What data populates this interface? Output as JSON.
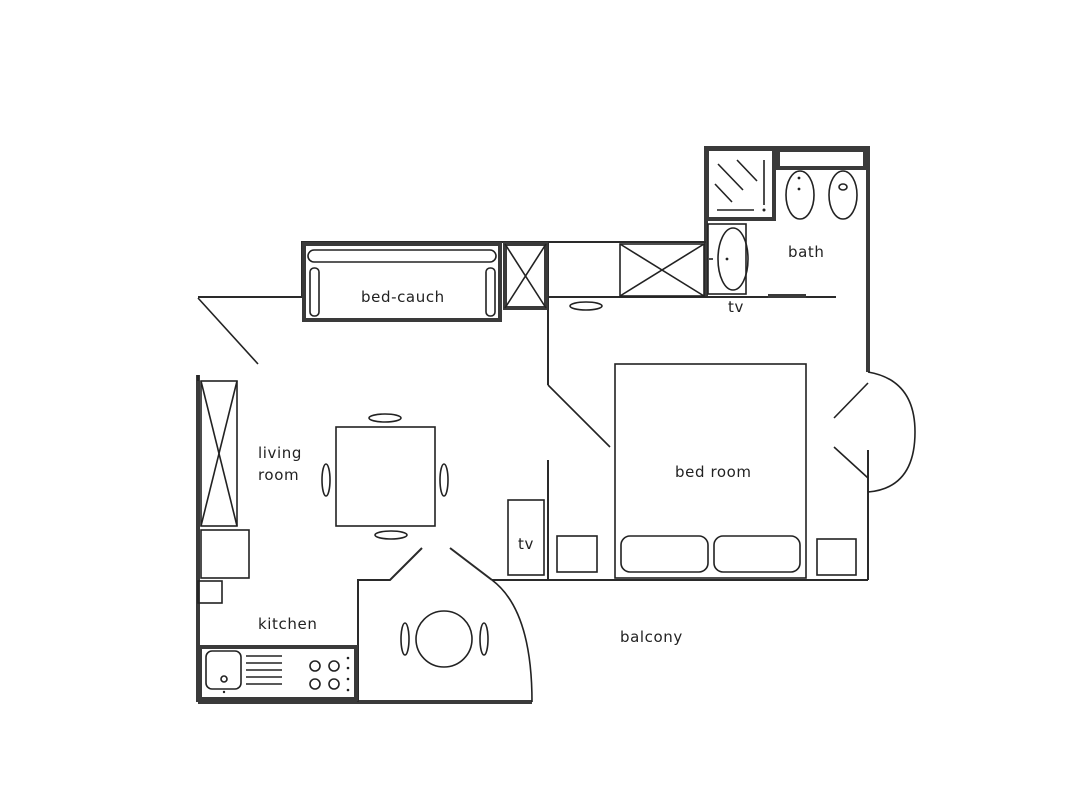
{
  "floorplan": {
    "rooms": [
      {
        "id": "bath",
        "label": "bath"
      },
      {
        "id": "bed-couch",
        "label": "bed-cauch"
      },
      {
        "id": "living-room",
        "label_line1": "living",
        "label_line2": "room"
      },
      {
        "id": "bedroom",
        "label": "bed room"
      },
      {
        "id": "kitchen",
        "label": "kitchen"
      },
      {
        "id": "balcony",
        "label": "balcony"
      }
    ],
    "tv_labels": [
      {
        "id": "tv-bath-wall",
        "label": "tv"
      },
      {
        "id": "tv-bedroom",
        "label": "tv"
      }
    ],
    "colors": {
      "wall": "#2a2a2a",
      "background": "#ffffff"
    }
  }
}
